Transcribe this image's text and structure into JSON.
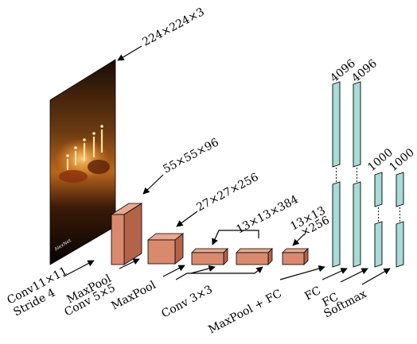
{
  "diagram": {
    "input_dims": "224×224×3",
    "image_watermark": "AlexNet",
    "conv1_dims": "55×55×96",
    "pool1_dims": "27×27×256",
    "conv3_dims": "13×13×384",
    "conv5_dims_line1": "13×13",
    "conv5_dims_line2": "×256",
    "fc1_size": "4096",
    "fc2_size": "4096",
    "fc3_size": "1000",
    "softmax_size": "1000",
    "op_conv11_line1": "Conv11×11",
    "op_conv11_line2": "Stride 4",
    "op_maxpool_conv5_line1": "MaxPool",
    "op_maxpool_conv5_line2": "Conv 5×5",
    "op_maxpool": "MaxPool",
    "op_conv3": "Conv 3×3",
    "op_maxpool_fc": "MaxPool + FC",
    "op_fc1": "FC",
    "op_fc2": "FC",
    "op_softmax": "Softmax",
    "colors": {
      "block_front": "#d98a6e",
      "block_top": "#e9a88f",
      "block_side": "#b3634a",
      "fc_fill": "#a8dcd6",
      "fc_stroke": "#000000"
    }
  }
}
